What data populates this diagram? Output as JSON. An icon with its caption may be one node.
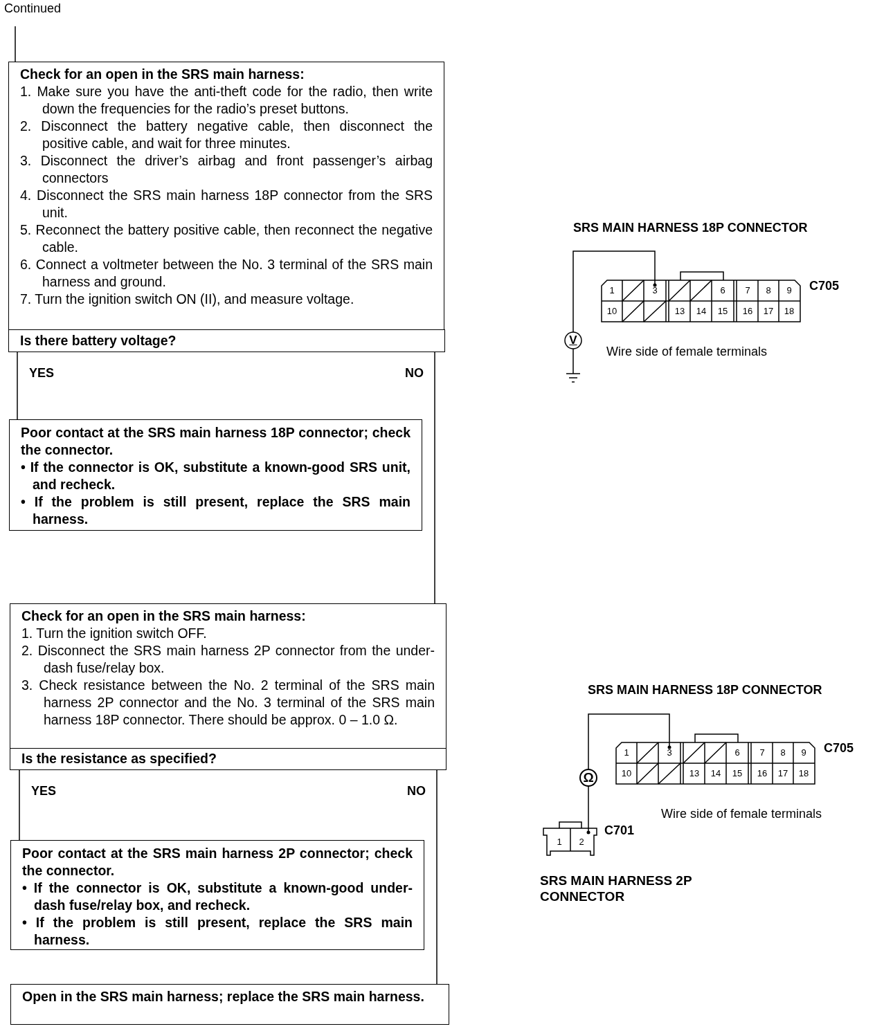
{
  "diagram": {
    "nodes": [
      {
        "text": [
          "Continued"
        ]
      },
      {
        "text": [
          "Check for an open in the SRS main harness:",
          "1. Make sure you have the anti-theft code for the radio, then write down the frequencies for the radio’s preset buttons.",
          "2. Disconnect the battery negative cable, then disconnect the positive cable, and wait for three minutes.",
          "3. Disconnect the driver’s airbag and front passenger’s airbag connectors",
          "4. Disconnect the SRS main harness 18P connector from the SRS unit.",
          "5. Reconnect the battery positive cable, then reconnect the negative cable.",
          "6. Connect a voltmeter between the No. 3 terminal of the SRS main harness and ground.",
          "7. Turn the ignition switch ON (II), and measure voltage."
        ]
      },
      {
        "text": [
          "Is there battery voltage?"
        ]
      },
      {
        "text": [
          "Poor contact at the SRS main harness 18P connector; check the connector.",
          "• If the connector is OK, substitute a known-good SRS unit, and recheck.",
          "• If the problem is still present, replace the SRS main harness."
        ]
      },
      {
        "text": [
          "Check for an open in the SRS main harness:",
          "1. Turn the ignition switch OFF.",
          "2. Disconnect the SRS main harness 2P connector from the under-dash fuse/relay box.",
          "3. Check resistance between the No. 2 terminal of the SRS main harness 2P connector and the No. 3 terminal of the SRS main harness 18P connector. There should be approx. 0 – 1.0 Ω."
        ]
      },
      {
        "text": [
          "Is the resistance as specified?"
        ]
      },
      {
        "text": [
          "Poor contact at the SRS main harness 2P connector; check the connector.",
          "• If the connector is OK, substitute a known-good under-dash fuse/relay box, and recheck.",
          "• If the problem is still present, replace the SRS main harness."
        ]
      },
      {
        "text": [
          "Open in the SRS main harness; replace the SRS main harness."
        ]
      }
    ],
    "edges": [
      {
        "from": 0,
        "to": 1,
        "arrow": "none"
      },
      {
        "from": 2,
        "to": 3,
        "arrow": "none",
        "label": "YES"
      },
      {
        "from": 2,
        "to": 4,
        "arrow": "none",
        "label": "NO"
      },
      {
        "from": 5,
        "to": 6,
        "arrow": "none",
        "label": "YES"
      },
      {
        "from": 5,
        "to": 7,
        "arrow": "none",
        "label": "NO"
      }
    ],
    "labels": [
      "SRS MAIN HARNESS 18P CONNECTOR",
      "1",
      "3",
      "6",
      "7",
      "8",
      "9",
      "C705",
      "10",
      "13",
      "14",
      "15",
      "16",
      "17",
      "18",
      "V",
      "Wire side of female terminals",
      "SRS MAIN HARNESS 18P CONNECTOR",
      "1",
      "3",
      "6",
      "7",
      "8",
      "9",
      "C705",
      "10",
      "13",
      "14",
      "15",
      "16",
      "17",
      "18",
      "Ω",
      "Wire side of female terminals",
      "1",
      "2",
      "C701",
      "SRS MAIN HARNESS 2P CONNECTOR"
    ]
  }
}
